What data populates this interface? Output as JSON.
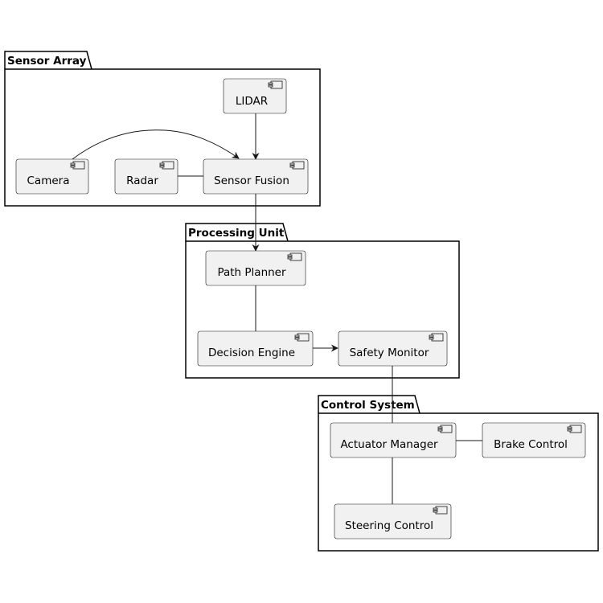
{
  "packages": {
    "sensor_array": "Sensor Array",
    "processing_unit": "Processing Unit",
    "control_system": "Control System"
  },
  "components": {
    "lidar": "LIDAR",
    "camera": "Camera",
    "radar": "Radar",
    "sensor_fusion": "Sensor Fusion",
    "path_planner": "Path Planner",
    "decision_engine": "Decision Engine",
    "safety_monitor": "Safety Monitor",
    "actuator_manager": "Actuator Manager",
    "brake_control": "Brake Control",
    "steering_control": "Steering Control"
  },
  "edges": [
    {
      "from": "lidar",
      "to": "sensor_fusion",
      "arrow": true
    },
    {
      "from": "camera",
      "to": "sensor_fusion",
      "arrow": true,
      "curved": true
    },
    {
      "from": "radar",
      "to": "sensor_fusion",
      "arrow": false
    },
    {
      "from": "sensor_fusion",
      "to": "path_planner",
      "arrow": true
    },
    {
      "from": "path_planner",
      "to": "decision_engine",
      "arrow": false
    },
    {
      "from": "decision_engine",
      "to": "safety_monitor",
      "arrow": true
    },
    {
      "from": "safety_monitor",
      "to": "actuator_manager",
      "arrow": false
    },
    {
      "from": "actuator_manager",
      "to": "brake_control",
      "arrow": false
    },
    {
      "from": "actuator_manager",
      "to": "steering_control",
      "arrow": false
    }
  ]
}
